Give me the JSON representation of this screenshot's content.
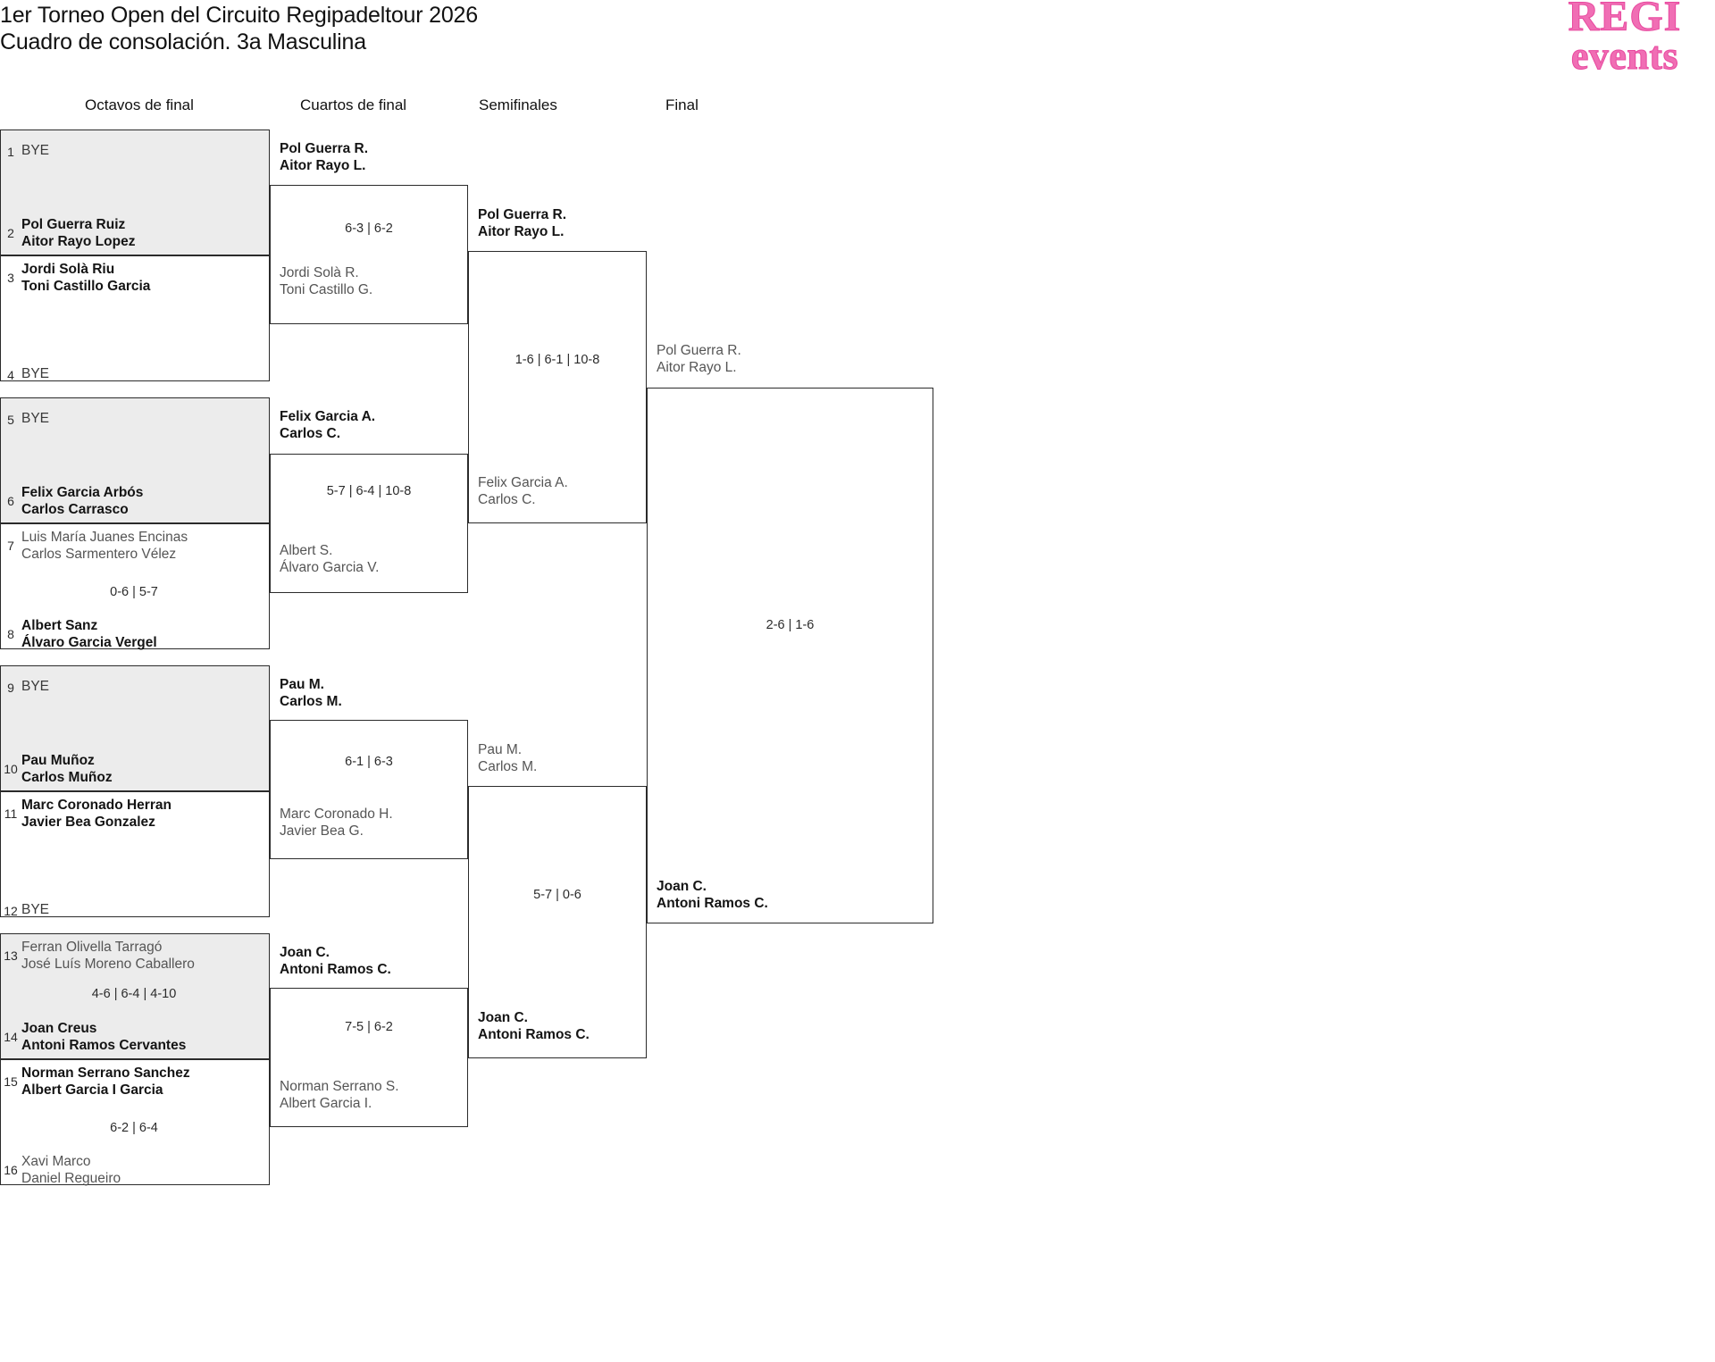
{
  "header": {
    "title_line1": "1er Torneo Open del Circuito Regipadeltour 2026",
    "title_line2": "Cuadro de consolación. 3a Masculina"
  },
  "brand": {
    "line1": "REGI",
    "line2": "events",
    "color": "#f06eb4"
  },
  "rounds": [
    {
      "label": "Octavos de final"
    },
    {
      "label": "Cuartos de final"
    },
    {
      "label": "Semifinales"
    },
    {
      "label": "Final"
    }
  ],
  "round1": {
    "entries": [
      {
        "seed": "1",
        "bye": "BYE",
        "p1": "",
        "p2": ""
      },
      {
        "seed": "2",
        "bye": "",
        "p1": "Pol Guerra Ruiz",
        "p2": "Aitor Rayo Lopez"
      },
      {
        "seed": "3",
        "bye": "",
        "p1": "Jordi Solà Riu",
        "p2": "Toni Castillo Garcia"
      },
      {
        "seed": "4",
        "bye": "BYE",
        "p1": "",
        "p2": ""
      },
      {
        "seed": "5",
        "bye": "BYE",
        "p1": "",
        "p2": ""
      },
      {
        "seed": "6",
        "bye": "",
        "p1": "Felix Garcia Arbós",
        "p2": "Carlos Carrasco"
      },
      {
        "seed": "7",
        "bye": "",
        "p1": "Luis María Juanes Encinas",
        "p2": "Carlos Sarmentero Vélez"
      },
      {
        "seed": "8",
        "bye": "",
        "p1": "Albert Sanz",
        "p2": "Álvaro Garcia Vergel"
      },
      {
        "seed": "9",
        "bye": "BYE",
        "p1": "",
        "p2": ""
      },
      {
        "seed": "10",
        "bye": "",
        "p1": "Pau Muñoz",
        "p2": "Carlos Muñoz"
      },
      {
        "seed": "11",
        "bye": "",
        "p1": "Marc Coronado Herran",
        "p2": "Javier Bea Gonzalez"
      },
      {
        "seed": "12",
        "bye": "BYE",
        "p1": "",
        "p2": ""
      },
      {
        "seed": "13",
        "bye": "",
        "p1": "Ferran Olivella Tarragó",
        "p2": "José Luís Moreno Caballero"
      },
      {
        "seed": "14",
        "bye": "",
        "p1": "Joan Creus",
        "p2": "Antoni Ramos Cervantes"
      },
      {
        "seed": "15",
        "bye": "",
        "p1": "Norman Serrano Sanchez",
        "p2": "Albert Garcia I Garcia"
      },
      {
        "seed": "16",
        "bye": "",
        "p1": "Xavi Marco",
        "p2": "Daniel Regueiro"
      }
    ],
    "scores": [
      "",
      "",
      "0-6 | 5-7",
      "",
      "4-6 | 6-4 | 4-10",
      "6-2 | 6-4"
    ]
  },
  "round2": {
    "matches": [
      {
        "top": {
          "p1": "Pol Guerra R.",
          "p2": "Aitor Rayo L."
        },
        "bottom": {
          "p1": "Jordi Solà R.",
          "p2": "Toni Castillo G."
        },
        "score": "6-3 | 6-2"
      },
      {
        "top": {
          "p1": "Felix Garcia A.",
          "p2": "Carlos C."
        },
        "bottom": {
          "p1": "Albert S.",
          "p2": "Álvaro Garcia V."
        },
        "score": "5-7 | 6-4 | 10-8"
      },
      {
        "top": {
          "p1": "Pau M.",
          "p2": "Carlos M."
        },
        "bottom": {
          "p1": "Marc Coronado H.",
          "p2": "Javier Bea G."
        },
        "score": "6-1 | 6-3"
      },
      {
        "top": {
          "p1": "Joan C.",
          "p2": "Antoni Ramos C."
        },
        "bottom": {
          "p1": "Norman Serrano S.",
          "p2": "Albert Garcia I."
        },
        "score": "7-5 | 6-2"
      }
    ]
  },
  "round3": {
    "matches": [
      {
        "top": {
          "p1": "Pol Guerra R.",
          "p2": "Aitor Rayo L."
        },
        "bottom": {
          "p1": "Felix Garcia A.",
          "p2": "Carlos C."
        },
        "score": "1-6 | 6-1 | 10-8"
      },
      {
        "top": {
          "p1": "Pau M.",
          "p2": "Carlos M."
        },
        "bottom": {
          "p1": "Joan C.",
          "p2": "Antoni Ramos C."
        },
        "score": "5-7 | 0-6"
      }
    ]
  },
  "round4": {
    "matches": [
      {
        "top": {
          "p1": "Pol Guerra R.",
          "p2": "Aitor Rayo L."
        },
        "bottom": {
          "p1": "Joan C.",
          "p2": "Antoni Ramos C."
        },
        "score": "2-6 | 1-6"
      }
    ]
  }
}
